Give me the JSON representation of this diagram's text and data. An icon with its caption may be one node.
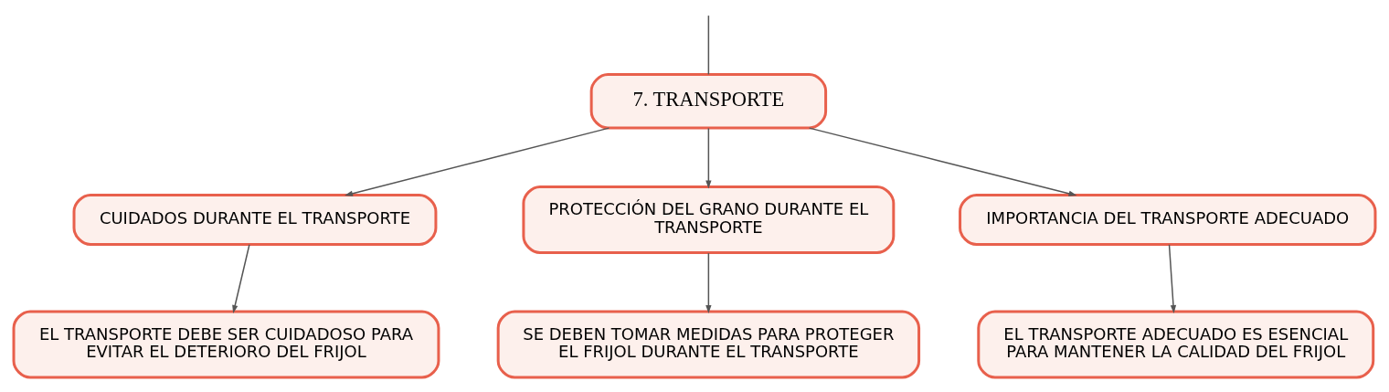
{
  "diagram": {
    "nodes": [
      {
        "text": [
          "7. TRANSPORTE"
        ]
      },
      {
        "text": [
          "CUIDADOS DURANTE EL TRANSPORTE"
        ]
      },
      {
        "text": [
          "PROTECCIÓN DEL GRANO DURANTE EL TRANSPORTE"
        ]
      },
      {
        "text": [
          "IMPORTANCIA DEL TRANSPORTE ADECUADO"
        ]
      },
      {
        "text": [
          "EL TRANSPORTE DEBE SER CUIDADOSO PARA EVITAR EL DETERIORO DEL FRIJOL"
        ]
      },
      {
        "text": [
          "SE DEBEN TOMAR MEDIDAS PARA PROTEGER EL FRIJOL DURANTE EL TRANSPORTE"
        ]
      },
      {
        "text": [
          "EL TRANSPORTE ADECUADO ES ESENCIAL PARA MANTENER LA CALIDAD DEL FRIJOL"
        ]
      }
    ],
    "edges": [
      {
        "from": null,
        "to": 0,
        "arrow": "none"
      },
      {
        "from": 0,
        "to": 1,
        "arrow": "to"
      },
      {
        "from": 0,
        "to": 2,
        "arrow": "to"
      },
      {
        "from": 0,
        "to": 3,
        "arrow": "to"
      },
      {
        "from": 1,
        "to": 4,
        "arrow": "to"
      },
      {
        "from": 2,
        "to": 5,
        "arrow": "to"
      },
      {
        "from": 3,
        "to": 6,
        "arrow": "to"
      }
    ]
  }
}
